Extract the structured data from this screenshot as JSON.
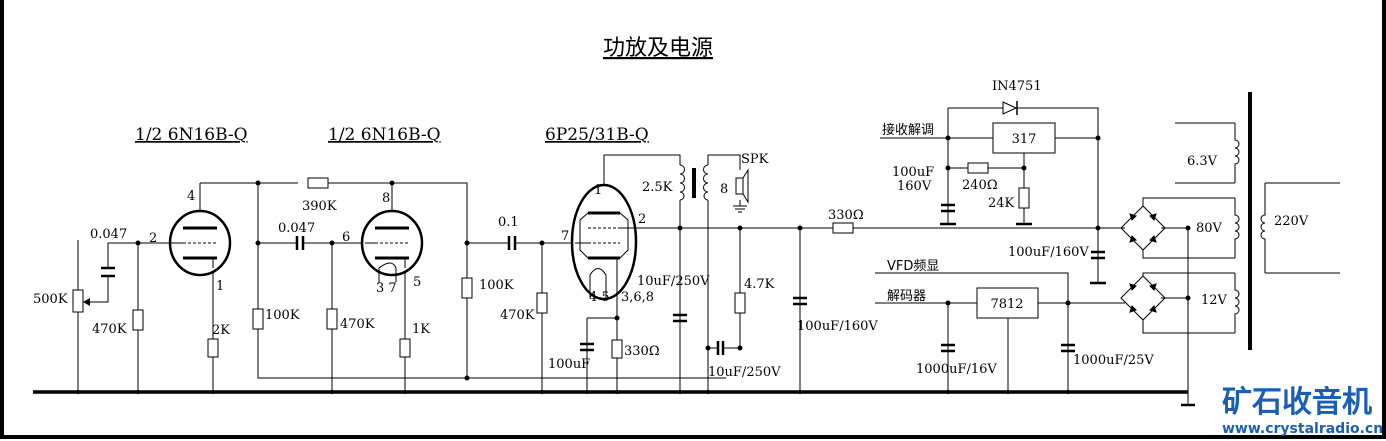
{
  "title": "功放及电源",
  "tubes": {
    "v1": "1/2 6N16B-Q",
    "v2": "1/2 6N16B-Q",
    "v3": "6P25/31B-Q"
  },
  "pins": {
    "v1_plate": "4",
    "v1_grid": "2",
    "v1_cathode": "1",
    "v2_plate": "8",
    "v2_grid": "6",
    "v2_cathode": "5",
    "v2_heater": "3 7",
    "v3_plate": "1",
    "v3_screen": "2",
    "v3_grid": "7",
    "v3_heater": "4 5",
    "v3_cathode": "3,6,8",
    "spk_pin": "8"
  },
  "components": {
    "c_in": "0.047",
    "pot": "500K",
    "r_grid1": "470K",
    "r_k1": "2K",
    "r_fb": "390K",
    "c_couple1": "0.047",
    "r_load1": "100K",
    "r_grid2": "470K",
    "r_k2": "1K",
    "r_load2": "100K",
    "c_couple2": "0.1",
    "r_grid3": "470K",
    "c_k3": "100uF",
    "r_k3": "330Ω",
    "xfmr_out": "2.5K",
    "c_screen": "10uF/250V",
    "spk": "SPK",
    "r_47": "4.7K",
    "c_out": "10uF/250V",
    "c_filter1": "100uF/160V",
    "r_filter": "330Ω",
    "diode": "IN4751",
    "reg1": "317",
    "out_demod": "接收解调",
    "c_reg_in": "100uF\n160V",
    "c_reg_in_l1": "100uF",
    "c_reg_in_l2": "160V",
    "r_240": "240Ω",
    "r_24k": "24K",
    "c_filter2": "100uF/160V",
    "out_vfd": "VFD频显",
    "out_decoder": "解码器",
    "reg2": "7812",
    "c_16v": "1000uF/16V",
    "c_25v": "1000uF/25V",
    "sec_63": "6.3V",
    "sec_80": "80V",
    "sec_12": "12V",
    "primary": "220V"
  },
  "watermark": {
    "logo": "矿石收音机",
    "url": "www.crystalradio.cn",
    "color": "#1a5fb4"
  }
}
